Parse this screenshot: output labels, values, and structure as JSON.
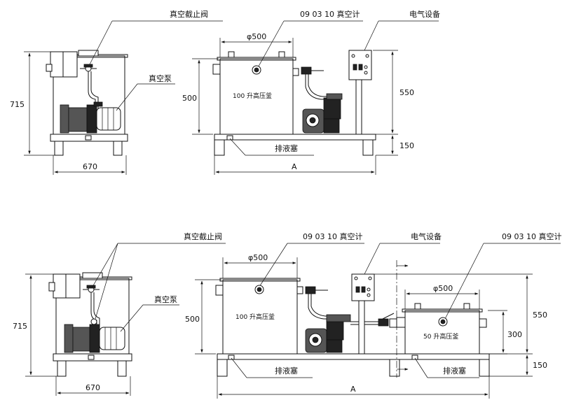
{
  "labels": {
    "valve": "真空截止阀",
    "gauge": "09 03 10 真空计",
    "electric": "电气设备",
    "pump": "真空泵",
    "drain": "排液塞",
    "kettle100": "100 升高压釜",
    "kettle50": "50 升高压釜"
  },
  "dims": {
    "h715": "715",
    "w670": "670",
    "phi500": "φ500",
    "h500": "500",
    "h550": "550",
    "h150": "150",
    "h300": "300",
    "a": "A"
  }
}
